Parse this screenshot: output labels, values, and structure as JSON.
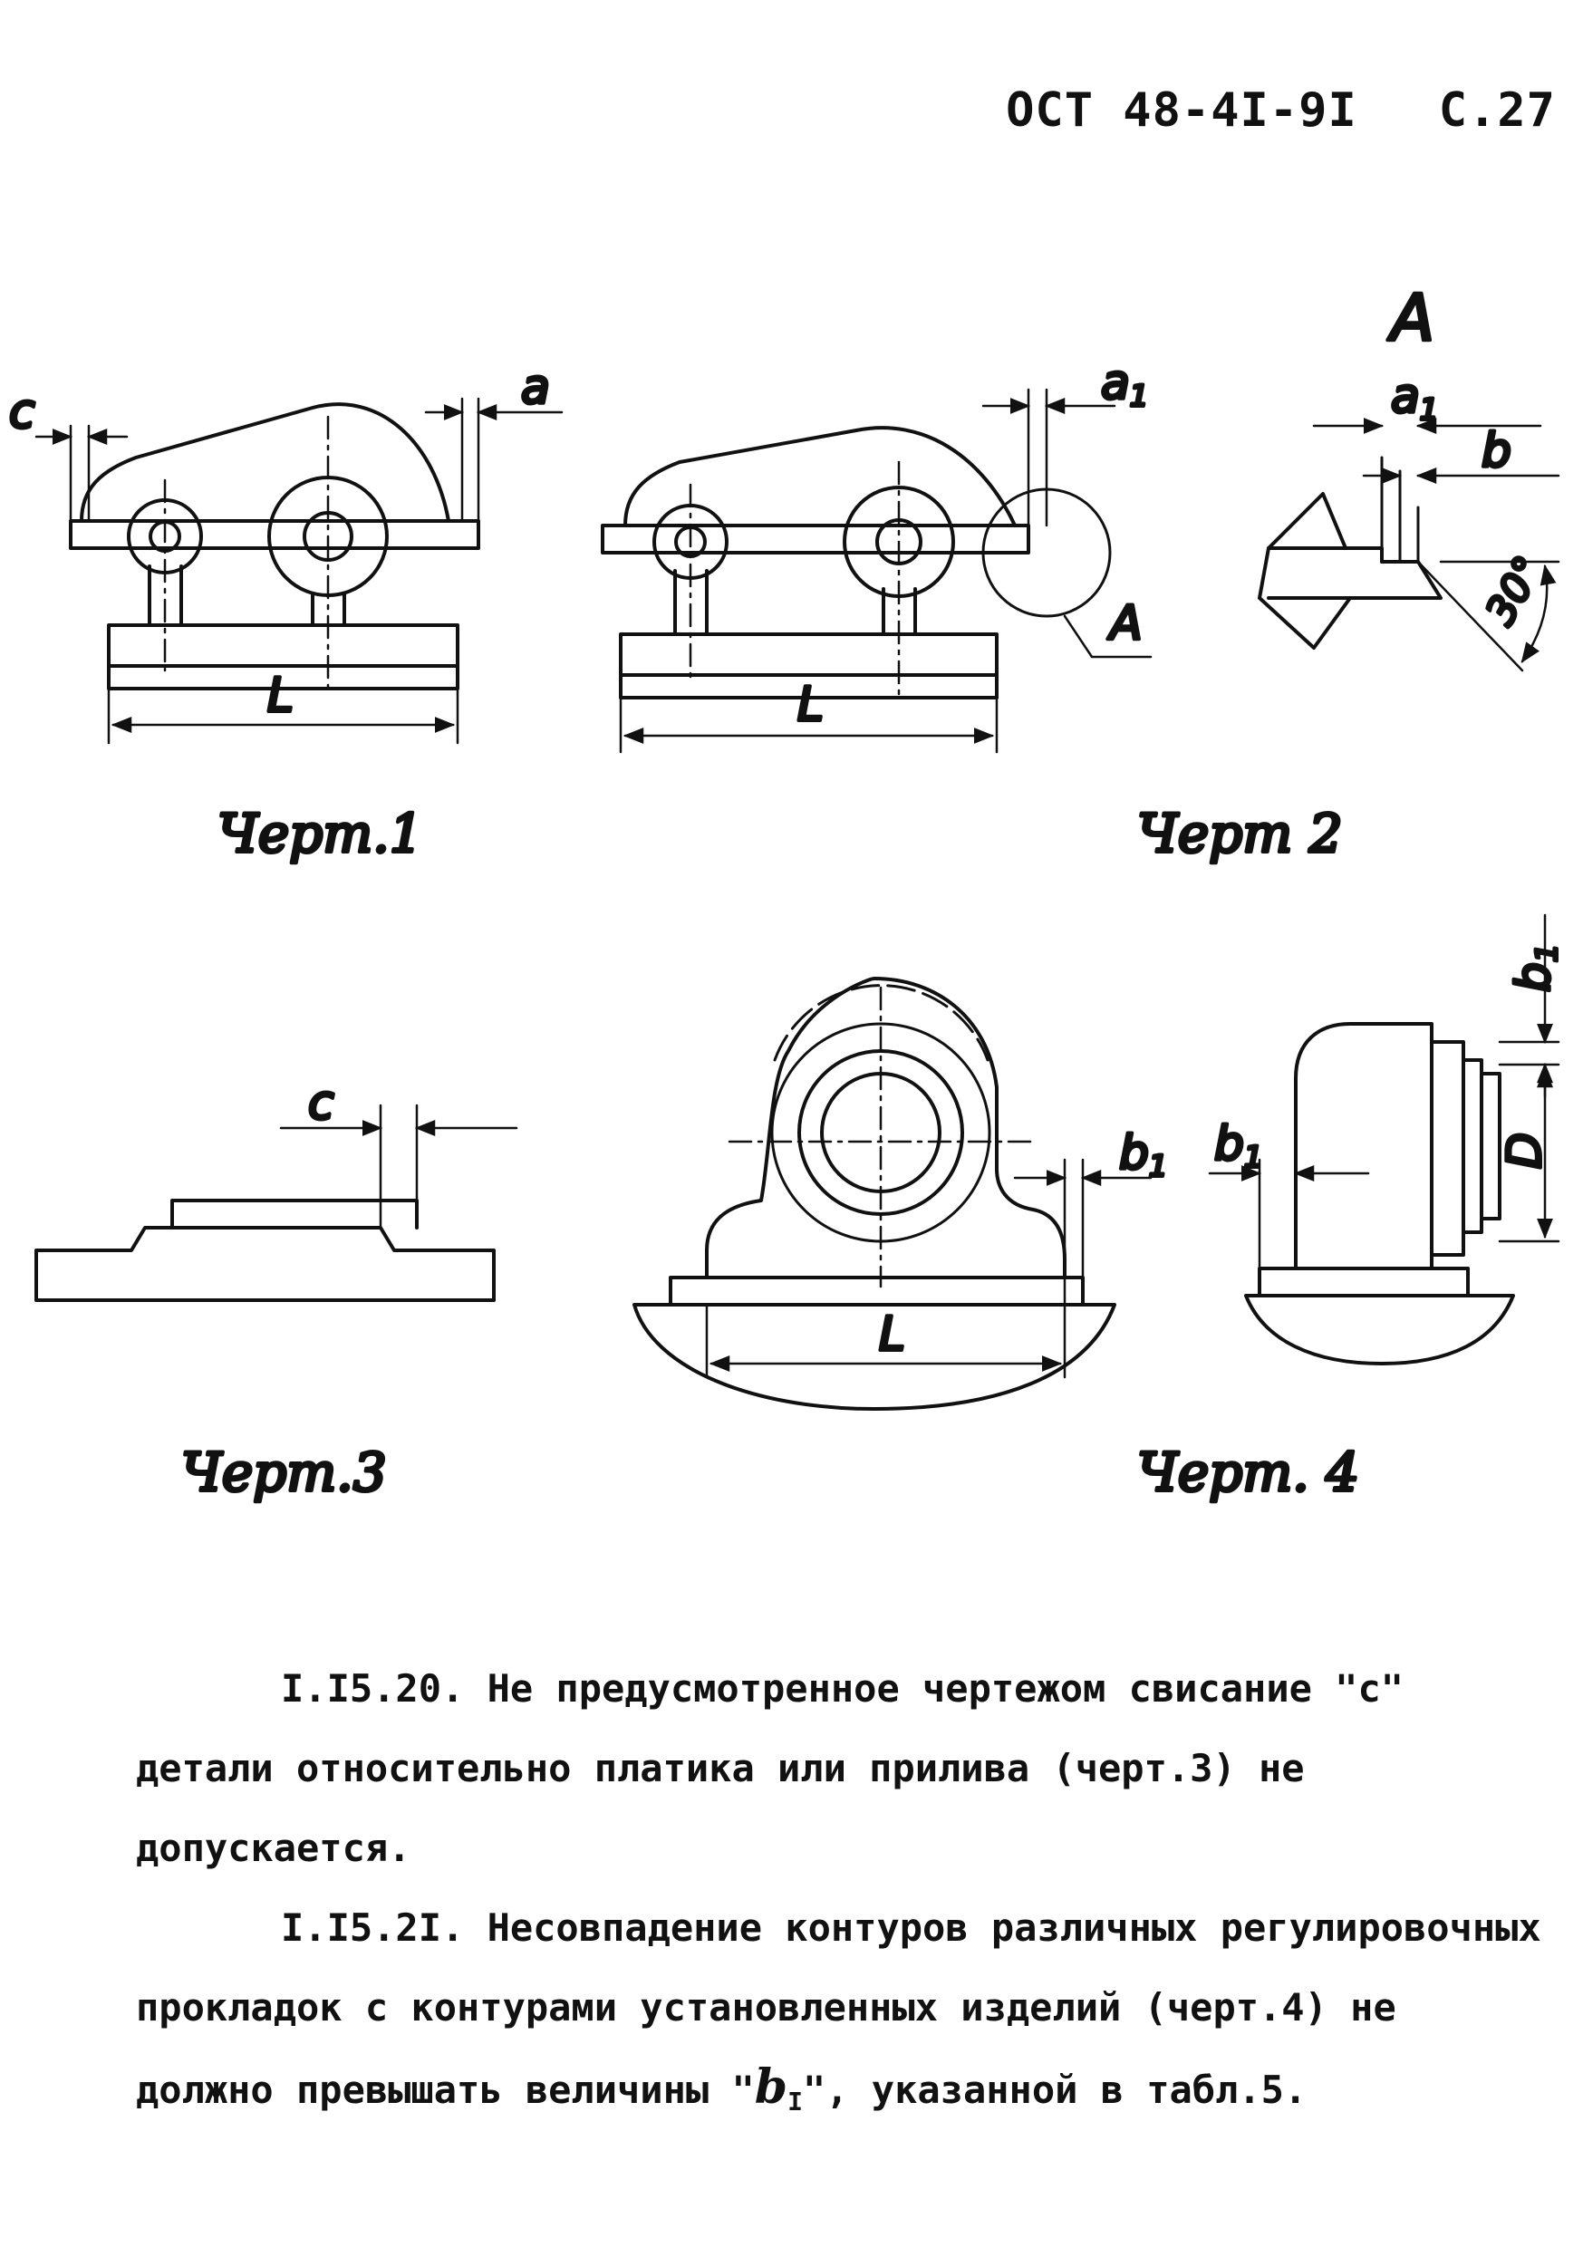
{
  "header": {
    "standard": "ОСТ 48-4I-9I",
    "page": "С.27"
  },
  "figures": {
    "fig1": {
      "caption": "Черт.1",
      "label_c": "c",
      "label_a": "a",
      "label_L": "L"
    },
    "fig2": {
      "caption": "Черт 2",
      "label_a1": "a",
      "label_a1_sub": "1",
      "label_A": "A",
      "label_L": "L"
    },
    "detailA": {
      "title": "A",
      "label_a1": "a",
      "label_a1_sub": "1",
      "label_b": "b",
      "label_angle": "30°"
    },
    "fig3": {
      "caption": "Черт.3",
      "label_c": "c"
    },
    "fig4": {
      "caption": "Черт. 4",
      "label_b1_front": "b",
      "label_b1_side": "b",
      "label_b1_top": "b",
      "label_b1_sub": "1",
      "label_L": "L",
      "label_D": "D"
    }
  },
  "body": {
    "p1_lead": "I.I5.20. Не предусмотренное чертежом",
    "p1_rest": "свисание \"c\" детали относительно платика или прилива (черт.3) не допускается.",
    "p2_lead": "I.I5.2I. Несовпадение контуров различных регулировочных прокладок с контурами установленных изделий (черт.4) не должно превышать величины \"",
    "p2_symbol": "b",
    "p2_symbol_sub": "I",
    "p2_end": "\", указанной в табл.5."
  }
}
